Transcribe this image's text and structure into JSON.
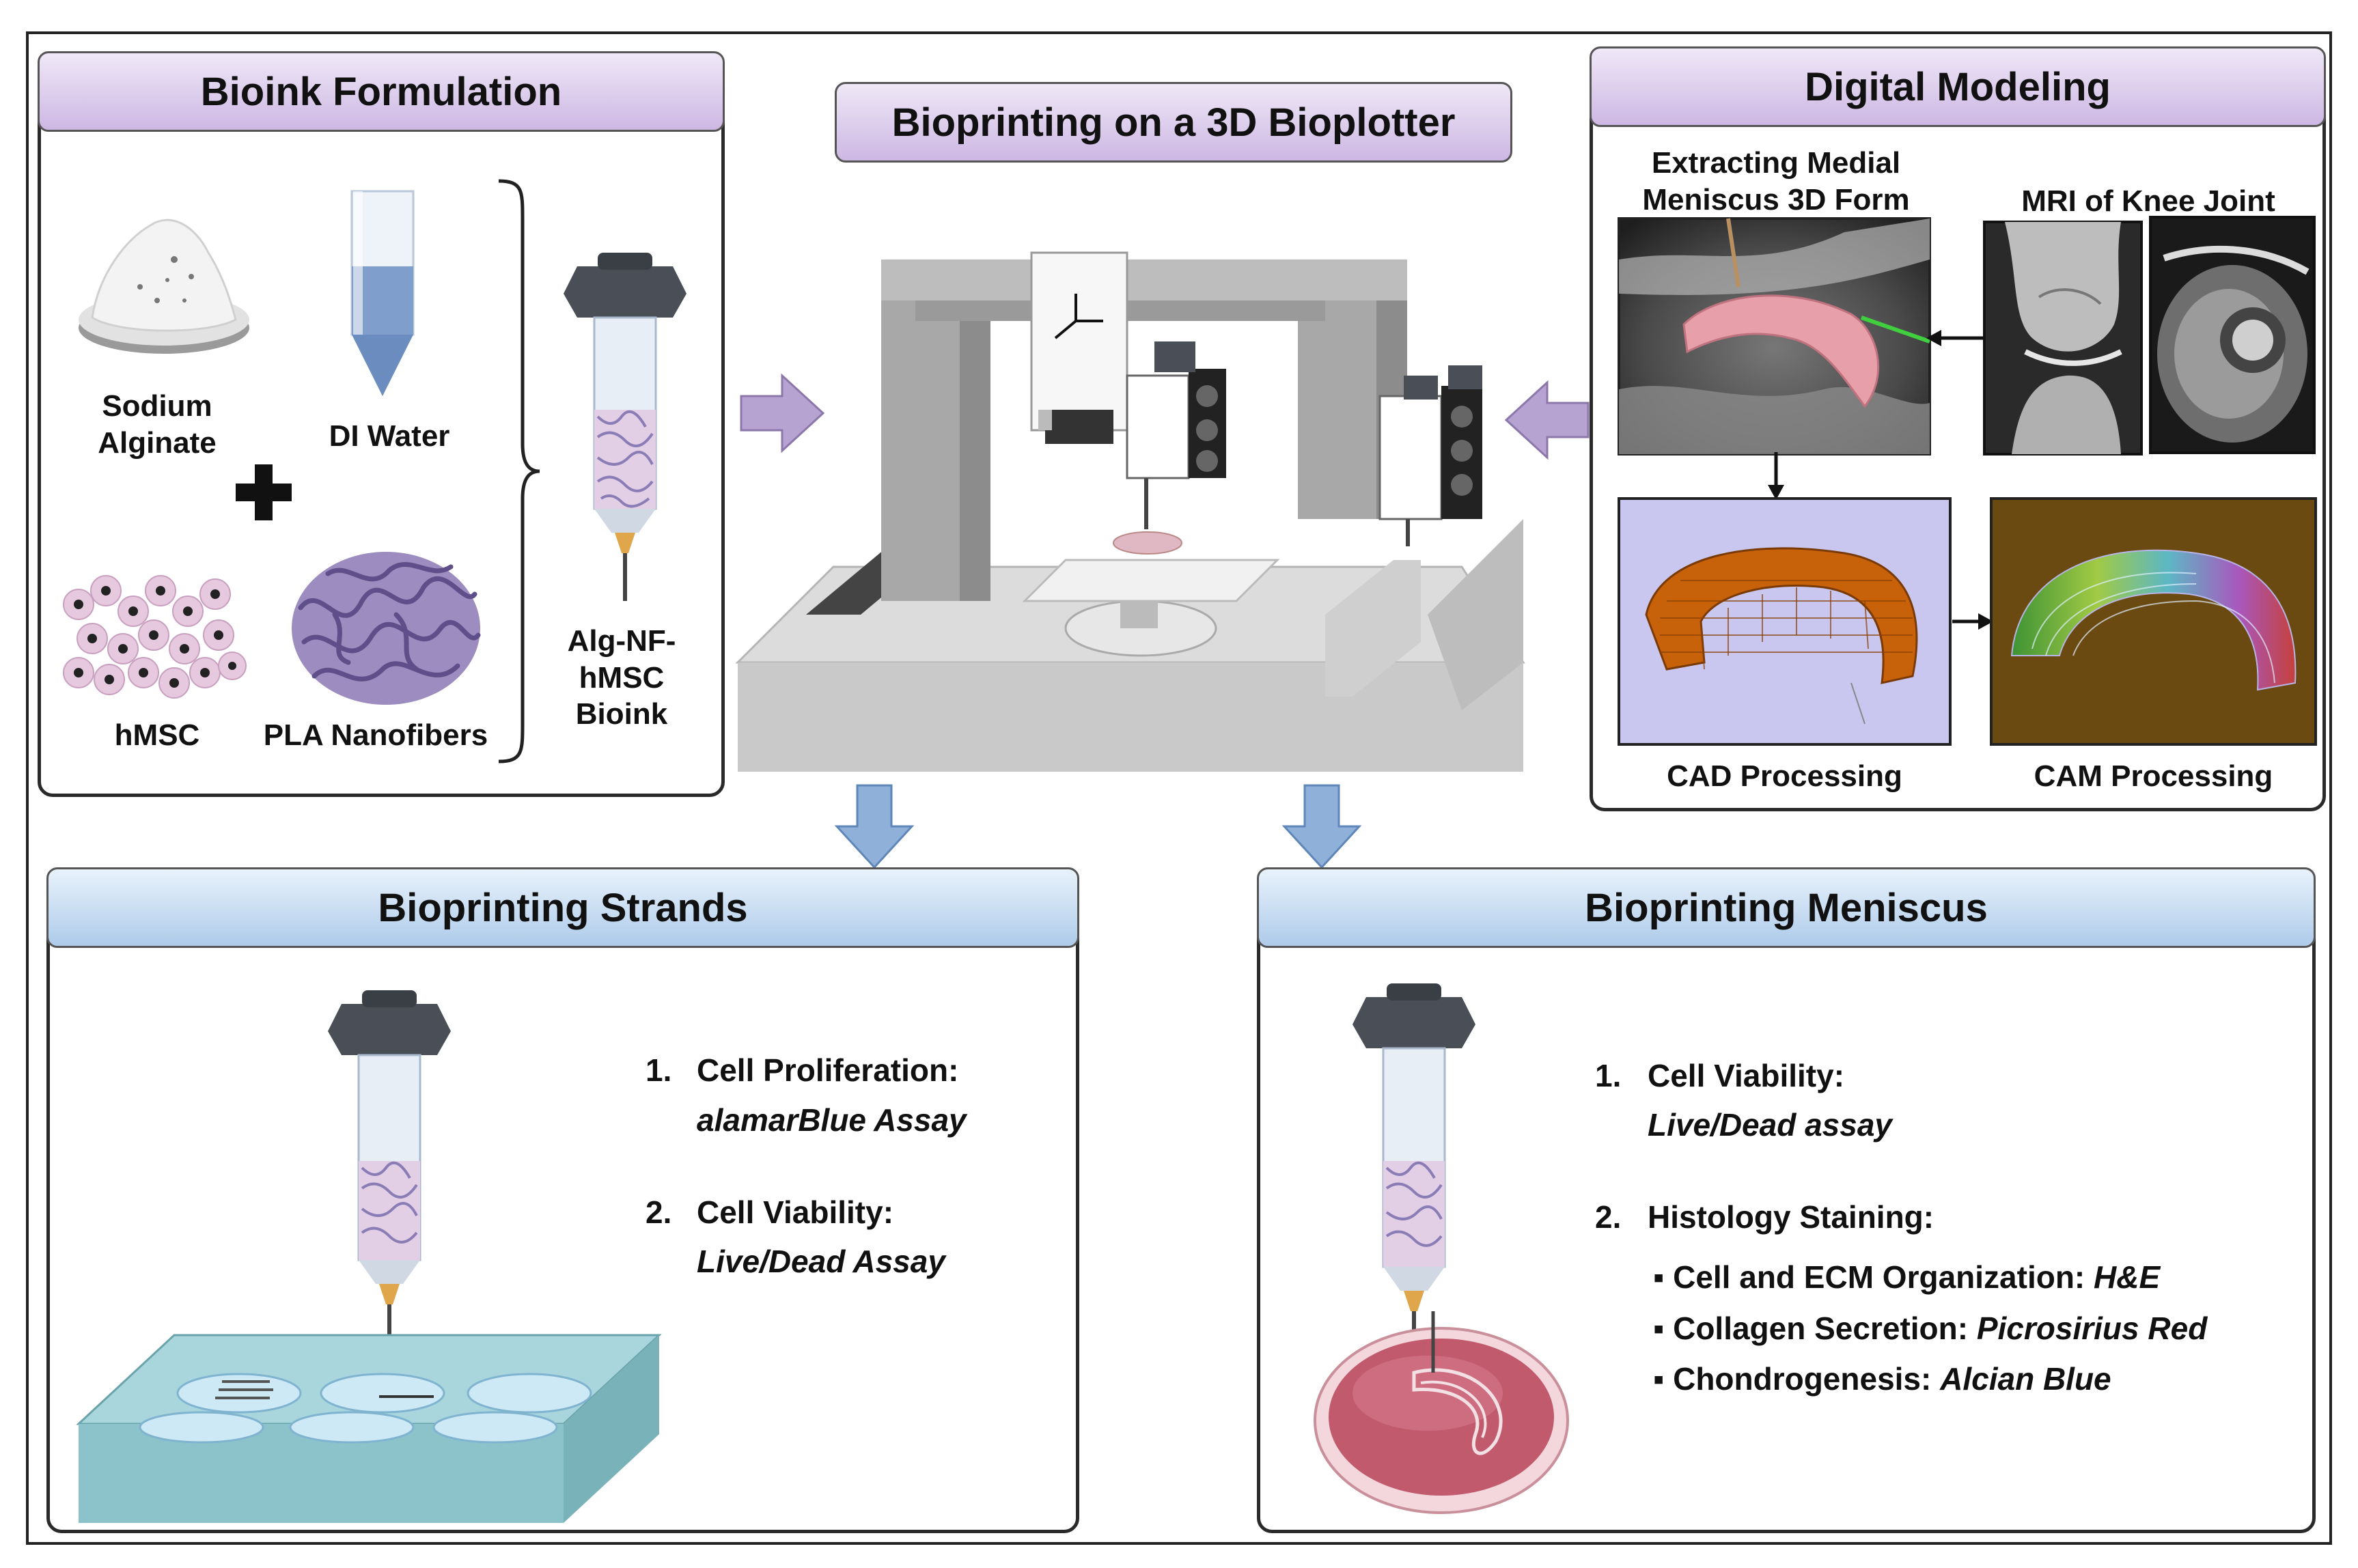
{
  "bioink": {
    "title": "Bioink Formulation",
    "sodium_alginate": "Sodium Alginate",
    "di_water": "DI Water",
    "hmsc": "hMSC",
    "pla": "PLA Nanofibers",
    "bioink_label": "Alg-NF-hMSC Bioink"
  },
  "bioprinter": {
    "title": "Bioprinting  on a 3D Bioplotter"
  },
  "digital": {
    "title": "Digital Modeling",
    "extract": "Extracting Medial Meniscus 3D Form",
    "mri": "MRI of Knee Joint",
    "cad": "CAD Processing",
    "cam": "CAM Processing"
  },
  "strands": {
    "title": "Bioprinting  Strands",
    "items": [
      {
        "num": "1.",
        "label": "Cell Proliferation:",
        "sub": "alamarBlue Assay"
      },
      {
        "num": "2.",
        "label": "Cell Viability:",
        "sub": "Live/Dead Assay"
      }
    ]
  },
  "meniscus": {
    "title": "Bioprinting  Meniscus",
    "items": [
      {
        "num": "1.",
        "label": "Cell Viability:",
        "sub": "Live/Dead assay"
      },
      {
        "num": "2.",
        "label": "Histology Staining:"
      }
    ],
    "bullets": [
      {
        "text": "Cell and ECM Organization:",
        "emph": "H&E"
      },
      {
        "text": "Collagen Secretion:",
        "emph": "Picrosirius Red"
      },
      {
        "text": "Chondrogenesis:",
        "emph": "Alcian Blue"
      }
    ]
  },
  "colors": {
    "header_purple": "#cdb7e3",
    "header_blue": "#aecbea",
    "arrow_purple": "#b7a3d1",
    "arrow_blue": "#8fb0d8",
    "meniscus_pink": "#e7a0aa",
    "cad_orange": "#c8620a",
    "dish_red": "#c15a6c"
  }
}
